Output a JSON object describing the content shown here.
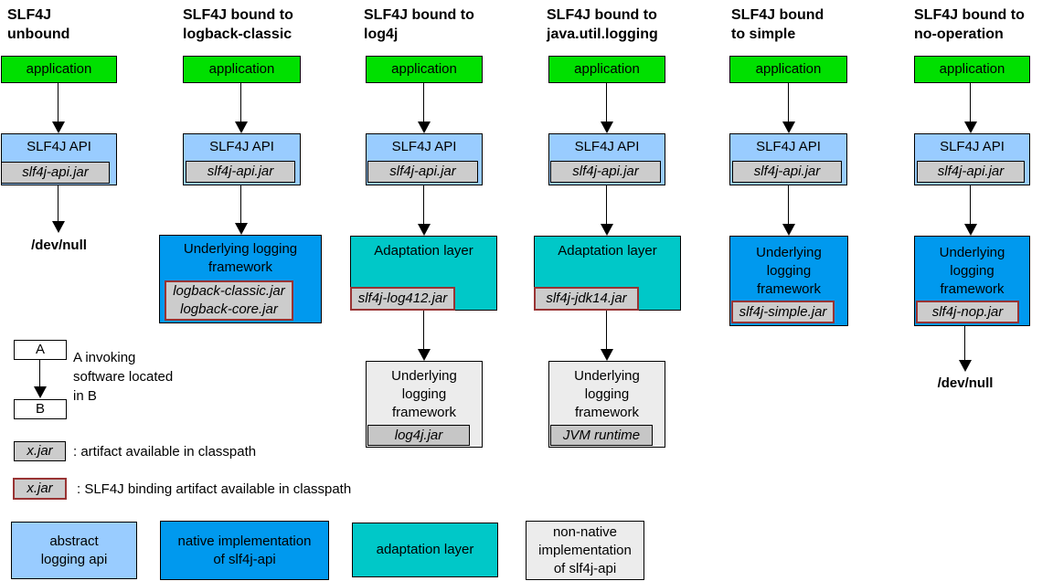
{
  "colors": {
    "application": "#00e000",
    "abstract_api": "#99ccff",
    "native_impl": "#0099ee",
    "adaptation": "#00c8c8",
    "non_native": "#ececec",
    "jar": "#cccccc",
    "jar_dark": "#c6c6c6",
    "binding_border": "#993333"
  },
  "columns": [
    {
      "title": "SLF4J\nunbound",
      "application": "application",
      "api_label": "SLF4J API",
      "api_jar": "slf4j-api.jar",
      "devnull": "/dev/null"
    },
    {
      "title": "SLF4J bound to\nlogback-classic",
      "application": "application",
      "api_label": "SLF4J API",
      "api_jar": "slf4j-api.jar",
      "underlying_label": "Underlying logging\nframework",
      "underlying_jar": "logback-classic.jar\nlogback-core.jar"
    },
    {
      "title": "SLF4J bound to\nlog4j",
      "application": "application",
      "api_label": "SLF4J API",
      "api_jar": "slf4j-api.jar",
      "adaptation_label": "Adaptation layer",
      "adaptation_jar": "slf4j-log412.jar",
      "underlying_label": "Underlying\nlogging\nframework",
      "underlying_jar": "log4j.jar"
    },
    {
      "title": "SLF4J bound to\njava.util.logging",
      "application": "application",
      "api_label": "SLF4J API",
      "api_jar": "slf4j-api.jar",
      "adaptation_label": "Adaptation layer",
      "adaptation_jar": "slf4j-jdk14.jar",
      "underlying_label": "Underlying\nlogging\nframework",
      "underlying_jar": "JVM runtime"
    },
    {
      "title": "SLF4J bound\nto simple",
      "application": "application",
      "api_label": "SLF4J API",
      "api_jar": "slf4j-api.jar",
      "underlying_label": "Underlying\nlogging\nframework",
      "underlying_jar": "slf4j-simple.jar"
    },
    {
      "title": "SLF4J bound to\nno-operation",
      "application": "application",
      "api_label": "SLF4J API",
      "api_jar": "slf4j-api.jar",
      "underlying_label": "Underlying\nlogging\nframework",
      "underlying_jar": "slf4j-nop.jar",
      "devnull": "/dev/null"
    }
  ],
  "legend": {
    "invoke": {
      "a": "A",
      "b": "B",
      "caption": "A invoking\nsoftware located\nin B"
    },
    "artifact": {
      "box": "x.jar",
      "caption": ": artifact available in classpath"
    },
    "binding": {
      "box": "x.jar",
      "caption": ": SLF4J binding artifact available in classpath"
    },
    "types": [
      {
        "label": "abstract\nlogging api"
      },
      {
        "label": "native implementation\nof slf4j-api"
      },
      {
        "label": "adaptation layer"
      },
      {
        "label": "non-native\nimplementation\nof slf4j-api"
      }
    ]
  }
}
